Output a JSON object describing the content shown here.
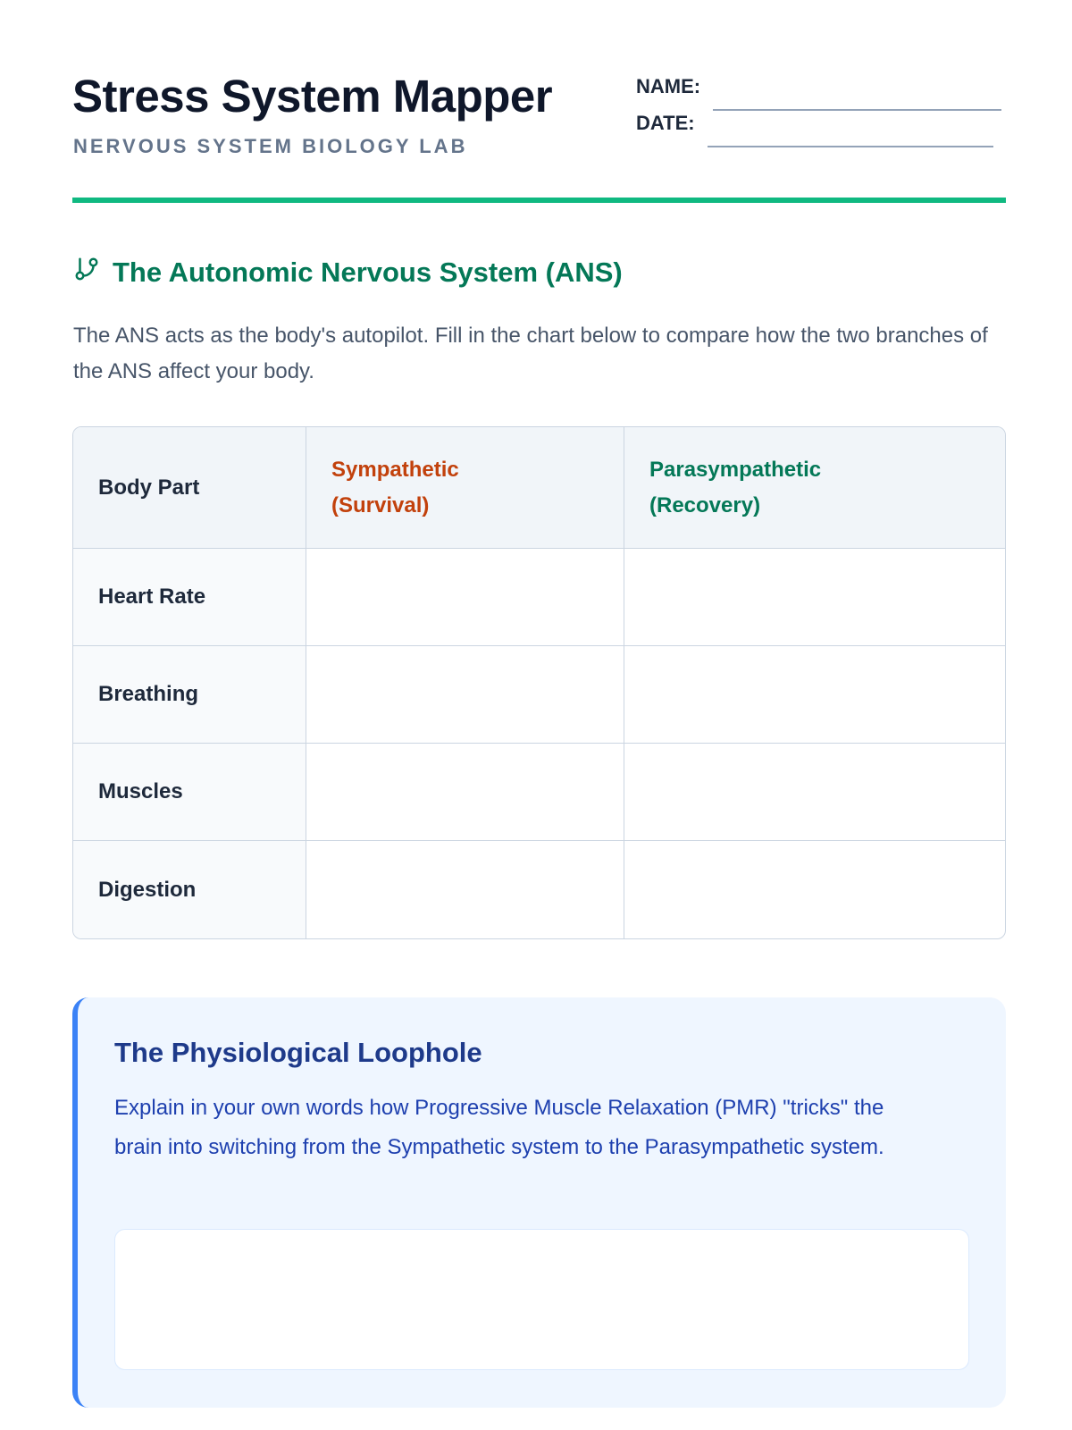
{
  "header": {
    "title": "Stress System Mapper",
    "subtitle": "NERVOUS SYSTEM BIOLOGY LAB",
    "name_label": "NAME:",
    "date_label": "DATE:"
  },
  "section": {
    "icon": "branch-icon",
    "title": "The Autonomic Nervous System (ANS)",
    "intro": "The ANS acts as the body's autopilot. Fill in the chart below to compare how the two branches of the ANS affect your body."
  },
  "table": {
    "headers": [
      "Body Part",
      "Sympathetic (Survival)",
      "Parasympathetic (Recovery)"
    ],
    "rows": [
      "Heart Rate",
      "Breathing",
      "Muscles",
      "Digestion"
    ]
  },
  "callout": {
    "title": "The Physiological Loophole",
    "prompt": "Explain in your own words how Progressive Muscle Relaxation (PMR) \"tricks\" the brain into switching from the Sympathetic system to the Parasympathetic system."
  },
  "colors": {
    "accent": "#10b981",
    "sympathetic": "#c2410c",
    "parasympathetic": "#047857",
    "callout": "#3b82f6"
  }
}
